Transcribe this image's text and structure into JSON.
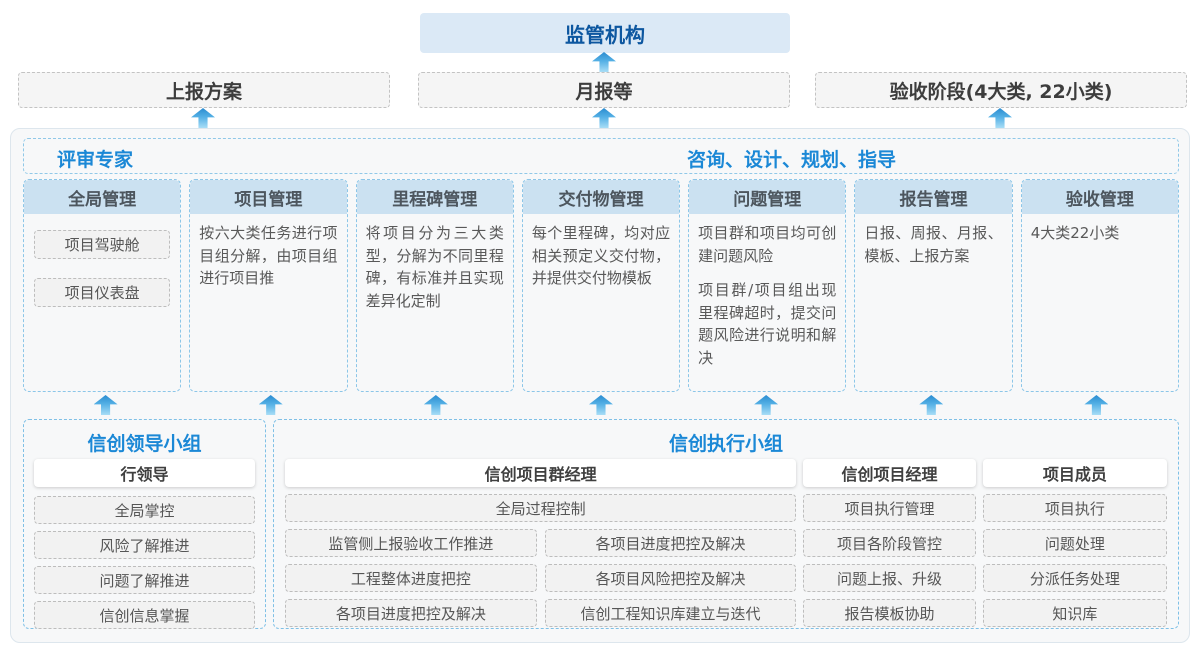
{
  "colors": {
    "accent_blue": "#1b88d6",
    "dark_blue": "#0d57a0",
    "regulator_bg": "#dbe9f6",
    "column_header_bg": "#cbe1f1",
    "dashed_blue_border": "#8cc6e8",
    "arrow_gradient_top": "#2a8bd0",
    "arrow_gradient_bottom": "#a8ddf6"
  },
  "top": {
    "regulator": "监管机构"
  },
  "report_row": [
    "上报方案",
    "月报等",
    "验收阶段(4大类, 22小类)"
  ],
  "main": {
    "left_header": "评审专家",
    "right_header": "咨询、设计、规划、指导",
    "columns": [
      {
        "title": "全局管理",
        "items": [
          "项目驾驶舱",
          "项目仪表盘"
        ]
      },
      {
        "title": "项目管理",
        "paragraphs": [
          "按六大类任务进行项目组分解，由项目组进行项目推"
        ]
      },
      {
        "title": "里程碑管理",
        "paragraphs": [
          "将项目分为三大类型，分解为不同里程碑，有标准并且实现差异化定制"
        ]
      },
      {
        "title": "交付物管理",
        "paragraphs": [
          "每个里程碑，均对应相关预定义交付物，并提供交付物模板"
        ]
      },
      {
        "title": "问题管理",
        "paragraphs": [
          "项目群和项目均可创建问题风险",
          "项目群/项目组出现里程碑超时，提交问题风险进行说明和解决"
        ]
      },
      {
        "title": "报告管理",
        "paragraphs": [
          "日报、周报、月报、模板、上报方案"
        ]
      },
      {
        "title": "验收管理",
        "paragraphs": [
          "4大类22小类"
        ]
      }
    ]
  },
  "groups": {
    "leader": {
      "title": "信创领导小组",
      "role": "行领导",
      "items": [
        "全局掌控",
        "风险了解推进",
        "问题了解推进",
        "信创信息掌握"
      ]
    },
    "exec": {
      "title": "信创执行小组",
      "pm_group": {
        "role": "信创项目群经理",
        "full_item": "全局过程控制",
        "left_items": [
          "监管侧上报验收工作推进",
          "工程整体进度把控",
          "各项目进度把控及解决"
        ],
        "right_items": [
          "各项目进度把控及解决",
          "各项目风险把控及解决",
          "信创工程知识库建立与迭代"
        ]
      },
      "pm": {
        "role": "信创项目经理",
        "items": [
          "项目执行管理",
          "项目各阶段管控",
          "问题上报、升级",
          "报告模板协助"
        ]
      },
      "member": {
        "role": "项目成员",
        "items": [
          "项目执行",
          "问题处理",
          "分派任务处理",
          "知识库"
        ]
      }
    }
  }
}
